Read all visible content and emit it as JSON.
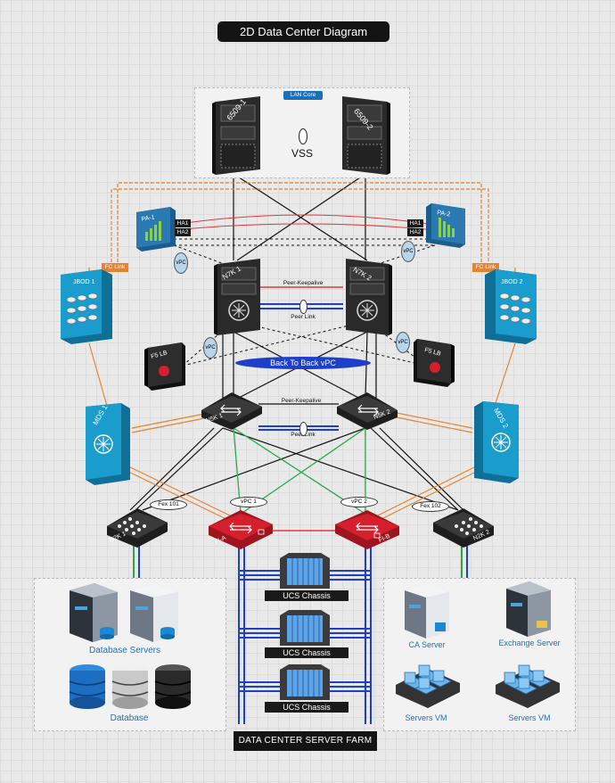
{
  "title": "2D Data Center Diagram",
  "footer": "DATA CENTER SERVER FARM",
  "core": {
    "label": "LAN Core",
    "switch1": "6509-1",
    "switch2": "6509-2",
    "vss": "VSS"
  },
  "firewalls": {
    "pa1": "PA-1",
    "pa2": "PA-2",
    "ha1": "HA1",
    "ha2": "HA2"
  },
  "fc_link": "FC Link",
  "jbod": {
    "left": "JBOD 1",
    "right": "JBOD 2"
  },
  "nexus7k": {
    "left": "N7K 1",
    "right": "N7K 2",
    "peer_keepalive": "Peer-Keepalive",
    "peer_link": "Peer Link"
  },
  "vpc_label": "vPC",
  "f5": {
    "left": "F5 LB",
    "right": "F5 LB"
  },
  "back_to_back": "Back To Back vPC",
  "mds": {
    "left": "MDS 1",
    "right": "MDS 2"
  },
  "nexus5k": {
    "left": "N5K 1",
    "right": "N5K 2",
    "peer_keepalive": "Peer-Keepalive",
    "peer_link": "Peer Link"
  },
  "fex": {
    "left": "Fex 101",
    "right": "Fex 102"
  },
  "vpc1": "vPC 1",
  "vpc2": "vPC 2",
  "n2k": {
    "left": "N2K 1",
    "right": "N2K 2"
  },
  "fi": {
    "a": "FI-A",
    "b": "FI-B"
  },
  "ucs": [
    "UCS Chassis",
    "UCS Chassis",
    "UCS Chassis"
  ],
  "left_farm": {
    "servers": "Database Servers",
    "database": "Database"
  },
  "right_farm": {
    "ca": "CA Server",
    "exchange": "Exchange Server",
    "vm1": "Servers VM",
    "vm2": "Servers VM"
  },
  "colors": {
    "blue_device": "#1a86b8",
    "dark_device": "#2b2b2b",
    "red_device": "#d61f2c",
    "orange_link": "#e8822e",
    "green_link": "#2aa84a",
    "blue_link": "#1e3fc8",
    "red_link": "#e03a3a"
  }
}
